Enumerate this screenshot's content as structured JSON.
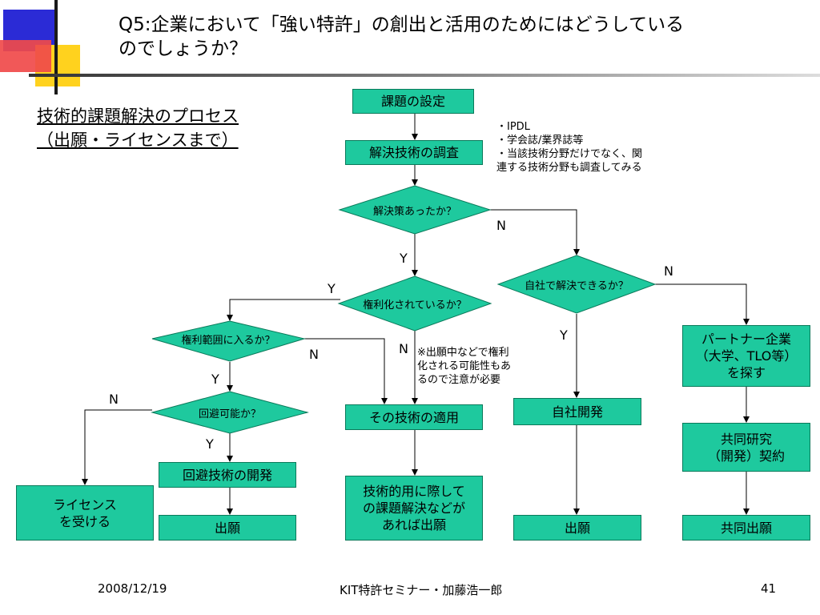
{
  "slide": {
    "title": "Q5:企業において「強い特許」の創出と活用のためにはどうしている\nのでしょうか？",
    "subtitle": "技術的課題解決のプロセス\n（出願・ライセンスまで）"
  },
  "flow": {
    "boxes": {
      "setting": "課題の設定",
      "survey": "解決技術の調査",
      "apply_tech": "その技術の適用",
      "inhouse_dev": "自社開発",
      "partner": "パートナー企業\n（大学、TLO等）\nを探す",
      "joint_contract": "共同研究\n（開発）契約",
      "avoid_dev": "回避技術の開発",
      "license": "ライセンス\nを受ける",
      "filing_avoid": "出願",
      "tech_issue_filing": "技術的用に際して\nの課題解決などが\nあれば出願",
      "filing_inhouse": "出願",
      "joint_filing": "共同出願"
    },
    "decisions": {
      "solution_found": "解決策あったか？",
      "inhouse_solvable": "自社で解決できるか？",
      "patented": "権利化されているか？",
      "in_scope": "権利範囲に入るか？",
      "avoidable": "回避可能か？"
    },
    "yn": {
      "found_n": "N",
      "found_y": "Y",
      "inhouse_n": "N",
      "inhouse_y": "Y",
      "patented_y": "Y",
      "patented_n": "N",
      "scope_n": "N",
      "scope_y": "Y",
      "avoid_n": "N",
      "avoid_y": "Y"
    },
    "notes": {
      "survey_note": "・IPDL\n・学会誌/業界誌等\n・当該技術分野だけでなく、関\n連する技術分野も調査してみる",
      "pending_note": "※出願中などで権利\n化される可能性もあ\nるので注意が必要"
    }
  },
  "footer": {
    "date": "2008/12/19",
    "author": "KIT特許セミナー・加藤浩一郎",
    "page": "41"
  },
  "colors": {
    "box_fill": "#1ec99e",
    "accent_blue": "#2b2bd6",
    "accent_yellow": "#ffd21e",
    "accent_red": "#f04a4a"
  }
}
